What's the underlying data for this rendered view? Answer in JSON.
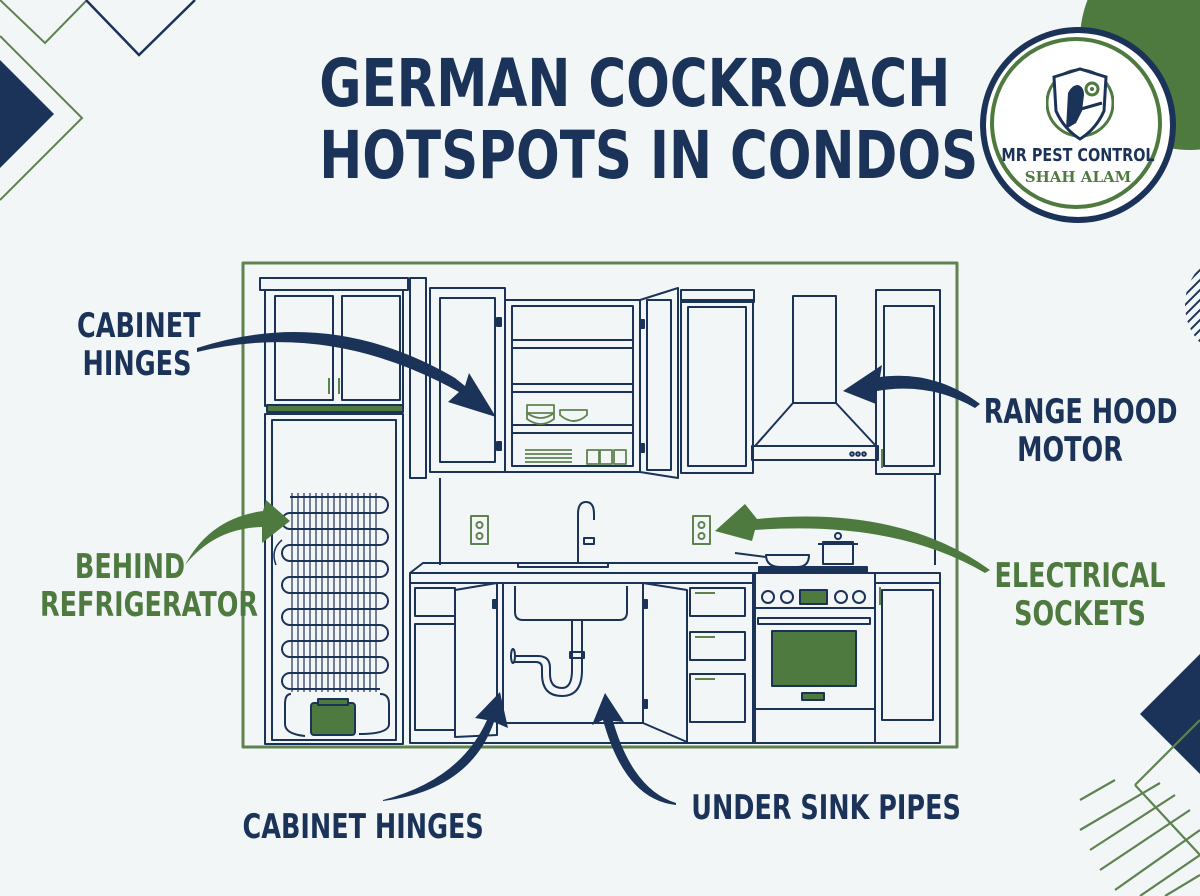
{
  "title": {
    "line1": "GERMAN COCKROACH",
    "line2": "HOTSPOTS IN CONDOS"
  },
  "logo": {
    "name": "MR PEST CONTROL",
    "location": "SHAH ALAM",
    "icon": "shield-exterminator-icon"
  },
  "callouts": [
    {
      "id": "cabinet-hinges-upper",
      "line1": "CABINET",
      "line2": "HINGES",
      "color": "#1b3358"
    },
    {
      "id": "behind-refrigerator",
      "line1": "BEHIND",
      "line2": "REFRIGERATOR",
      "color": "#4e7a3f"
    },
    {
      "id": "range-hood-motor",
      "line1": "RANGE HOOD",
      "line2": "MOTOR",
      "color": "#1b3358"
    },
    {
      "id": "electrical-sockets",
      "line1": "ELECTRICAL",
      "line2": "SOCKETS",
      "color": "#4e7a3f"
    },
    {
      "id": "cabinet-hinges-lower",
      "line1": "CABINET HINGES",
      "color": "#1b3358"
    },
    {
      "id": "under-sink-pipes",
      "line1": "UNDER SINK PIPES",
      "color": "#1b3358"
    }
  ],
  "colors": {
    "navy": "#1b3358",
    "green": "#4e7a3f",
    "background": "#f2f6f7"
  }
}
